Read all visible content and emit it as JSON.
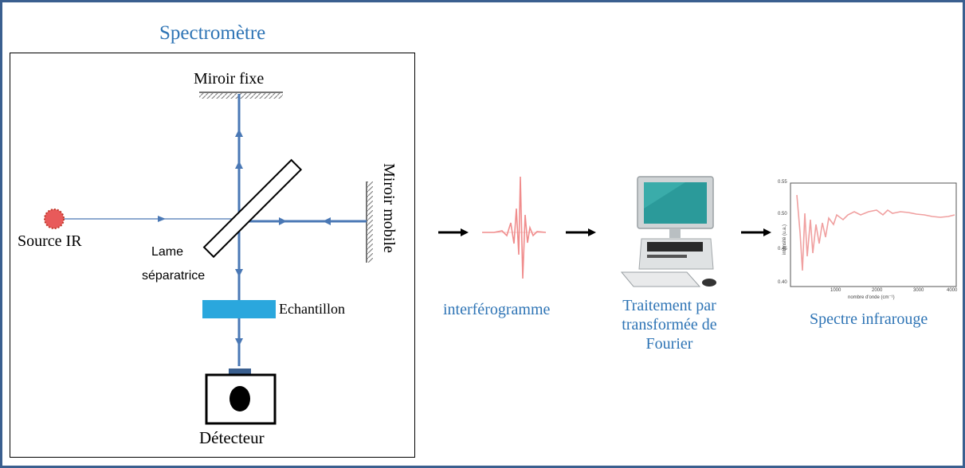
{
  "colors": {
    "frame": "#3a5f8f",
    "beam": "#4a78b5",
    "label_blue": "#2e74b5",
    "sample": "#2aa7dd",
    "source": "#e85a5a",
    "signal": "#f0a0a0"
  },
  "spectrometer": {
    "title": "Spectromètre",
    "fixed_mirror": "Miroir fixe",
    "mobile_mirror": "Miroir mobile",
    "source": "Source IR",
    "splitter_line1": "Lame",
    "splitter_line2": "séparatrice",
    "sample": "Echantillon",
    "detector": "Détecteur"
  },
  "pipeline": {
    "interferogram": "interférogramme",
    "processing_line1": "Traitement par",
    "processing_line2": "transformée de",
    "processing_line3": "Fourier",
    "spectrum": "Spectre infrarouge"
  },
  "spectrum_axis": {
    "y_ticks": [
      "0.55",
      "0.50",
      "0.45",
      "0.40"
    ],
    "x_ticks": [
      "1000",
      "2000",
      "3000",
      "4000"
    ],
    "y_label": "intensité (u.a.)",
    "x_label": "nombre d'onde (cm⁻¹)"
  }
}
